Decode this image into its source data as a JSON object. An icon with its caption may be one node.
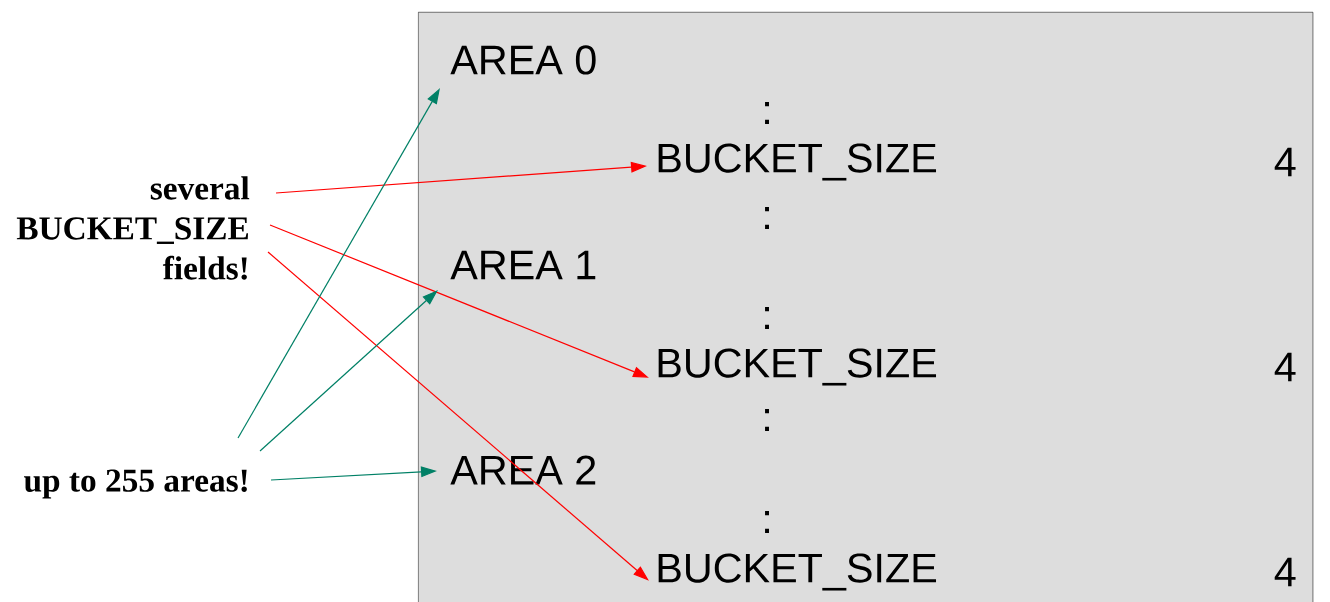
{
  "diagram": {
    "nodes": [
      {
        "text": [
          "several BUCKET_SIZE fields!"
        ]
      },
      {
        "text": [],
        "shape": "box"
      },
      {
        "text": [
          "AREA 0"
        ],
        "in": 1
      },
      {
        "text": [
          "BUCKET_SIZE"
        ],
        "in": 1
      },
      {
        "text": [
          "AREA 1"
        ],
        "in": 1
      },
      {
        "text": [
          "BUCKET_SIZE"
        ],
        "in": 1
      },
      {
        "text": [
          "AREA 2"
        ],
        "in": 1
      },
      {
        "text": [
          "BUCKET_SIZE"
        ],
        "in": 1
      },
      {
        "text": [
          "up to 255 areas!"
        ]
      }
    ],
    "edges": [
      {
        "from": 0,
        "to": 3,
        "arrow": "to",
        "color": "#ff0000"
      },
      {
        "from": 0,
        "to": 5,
        "arrow": "to",
        "color": "#ff0000"
      },
      {
        "from": 0,
        "to": 7,
        "arrow": "to",
        "color": "#ff0000"
      },
      {
        "from": 8,
        "to": 2,
        "arrow": "to",
        "color": "#008066"
      },
      {
        "from": 8,
        "to": 4,
        "arrow": "to",
        "color": "#008066"
      },
      {
        "from": 8,
        "to": 6,
        "arrow": "to",
        "color": "#008066"
      }
    ],
    "labels": [
      ":",
      "4",
      ":",
      ":",
      "4",
      ":",
      ":",
      "4"
    ]
  }
}
